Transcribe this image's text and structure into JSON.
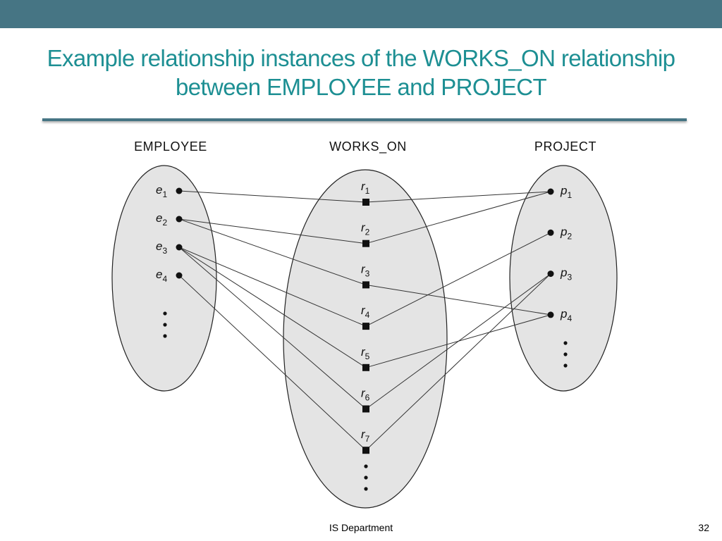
{
  "header": {
    "bar_color": "#467584"
  },
  "title": {
    "line1": "Example relationship instances of the WORKS_ON relationship",
    "line2": "between EMPLOYEE and PROJECT",
    "color": "#1d8f93"
  },
  "diagram": {
    "employee_label": "EMPLOYEE",
    "works_on_label": "WORKS_ON",
    "project_label": "PROJECT",
    "employees": [
      {
        "letter": "e",
        "sub": "1"
      },
      {
        "letter": "e",
        "sub": "2"
      },
      {
        "letter": "e",
        "sub": "3"
      },
      {
        "letter": "e",
        "sub": "4"
      }
    ],
    "relationships": [
      {
        "letter": "r",
        "sub": "1",
        "employee": 1,
        "project": 1
      },
      {
        "letter": "r",
        "sub": "2",
        "employee": 2,
        "project": 1
      },
      {
        "letter": "r",
        "sub": "3",
        "employee": 2,
        "project": 4
      },
      {
        "letter": "r",
        "sub": "4",
        "employee": 3,
        "project": 2
      },
      {
        "letter": "r",
        "sub": "5",
        "employee": 3,
        "project": 4
      },
      {
        "letter": "r",
        "sub": "6",
        "employee": 3,
        "project": 3
      },
      {
        "letter": "r",
        "sub": "7",
        "employee": 4,
        "project": 3
      }
    ],
    "projects": [
      {
        "letter": "p",
        "sub": "1"
      },
      {
        "letter": "p",
        "sub": "2"
      },
      {
        "letter": "p",
        "sub": "3"
      },
      {
        "letter": "p",
        "sub": "4"
      }
    ],
    "ellipse_fill": "#e4e4e4"
  },
  "footer": {
    "department": "IS Department",
    "page_number": "32"
  }
}
